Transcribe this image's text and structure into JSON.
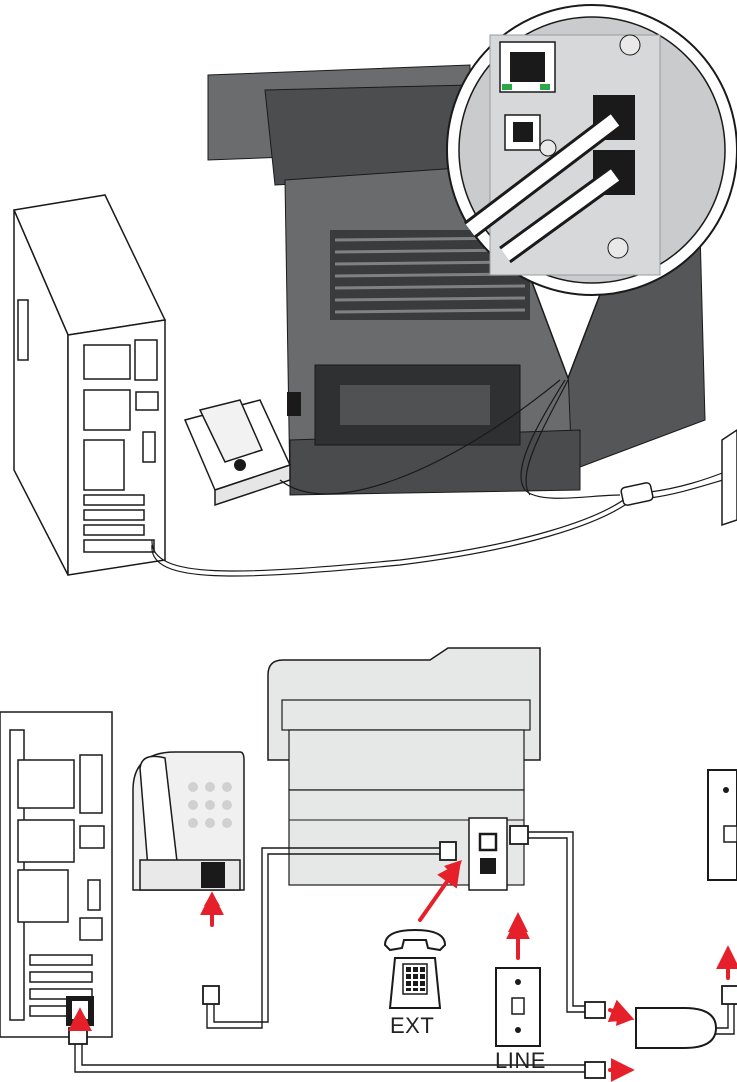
{
  "labels": {
    "ext": "EXT",
    "line": "LINE"
  },
  "colors": {
    "outline": "#1a1a1a",
    "printer_body": "#5e5f61",
    "printer_dark": "#3a3b3d",
    "panel_light": "#e3e4e4",
    "plastic": "#f2f2f2",
    "arrow": "#e6202a",
    "cable": "#1a1a1a",
    "port_green": "#2aa84a"
  },
  "icons": [
    "computer-tower",
    "telephone-handset",
    "printer",
    "phone-jack",
    "dsl-filter",
    "telephone-keypad"
  ]
}
